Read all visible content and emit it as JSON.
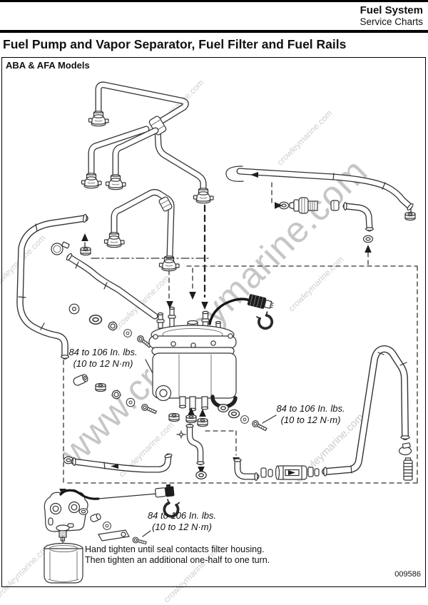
{
  "header": {
    "section": "Fuel System",
    "subsection": "Service Charts"
  },
  "title": "Fuel Pump and Vapor Separator, Fuel Filter and Fuel Rails",
  "models_label": "ABA & AFA Models",
  "figure_number": "009586",
  "torque_notes": [
    {
      "line1": "84 to 106 In. lbs.",
      "line2": "(10 to 12 N·m)"
    },
    {
      "line1": "84 to 106 In. lbs.",
      "line2": "(10 to 12 N·m)"
    },
    {
      "line1": "84 to 106 In. lbs.",
      "line2": "(10 to 12 N·m)"
    }
  ],
  "assembly_note": {
    "line1": "Hand tighten until seal contacts filter housing.",
    "line2": "Then tighten an additional one-half to one turn."
  },
  "watermark": {
    "large": "www.crowleymarine.com",
    "small": "crowleymarine.com"
  },
  "diagram": {
    "parts": [
      "fuel-rail",
      "injector-cup",
      "vent-hose",
      "check-valve",
      "vapor-separator-tank",
      "electrical-connector",
      "retainer-clip",
      "supply-hose",
      "hose-clamp",
      "inline-fuel-filter",
      "elbow-hose",
      "fuel-filter-head",
      "fuel-filter-canister",
      "bracket",
      "screw",
      "washer",
      "grommet",
      "nut",
      "spring"
    ]
  },
  "colors": {
    "line": "#333333",
    "page_bg": "#ffffff",
    "watermark": "#c6c6c6",
    "rule": "#000000"
  }
}
